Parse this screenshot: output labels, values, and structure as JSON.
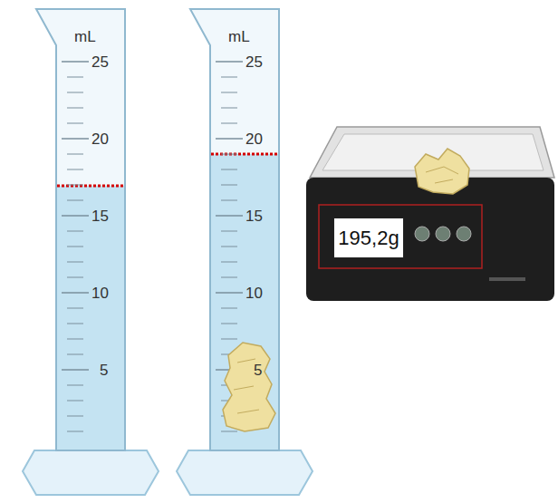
{
  "diagram": {
    "nodes": [
      {
        "text": [
          "195,2g"
        ]
      }
    ],
    "labels": [
      "mL",
      "25",
      "20",
      "15",
      "10",
      "5",
      "mL",
      "25",
      "20",
      "15",
      "10",
      "5"
    ]
  }
}
